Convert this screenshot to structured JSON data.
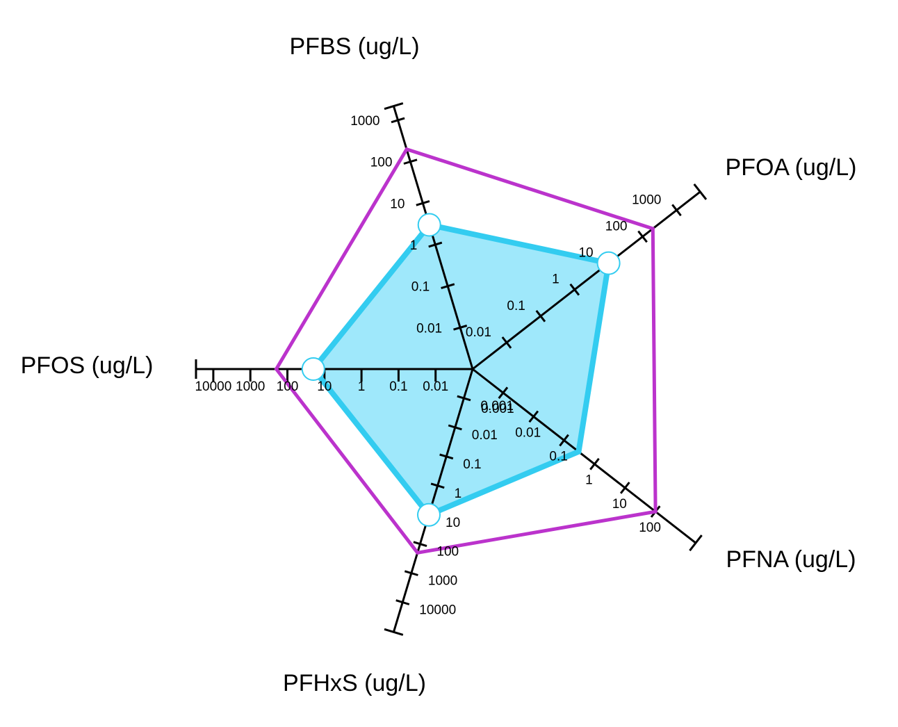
{
  "chart_data": {
    "type": "radar",
    "scale": "log10",
    "axes": [
      {
        "label": "PFBS (ug/L)",
        "ticks": [
          "0.01",
          "0.1",
          "1",
          "10",
          "100",
          "1000"
        ]
      },
      {
        "label": "PFOA (ug/L)",
        "ticks": [
          "0.01",
          "0.1",
          "1",
          "10",
          "100",
          "1000"
        ]
      },
      {
        "label": "PFNA (ug/L)",
        "ticks": [
          "0.001",
          "0.01",
          "0.1",
          "1",
          "10",
          "100"
        ]
      },
      {
        "label": "PFHxS (ug/L)",
        "ticks": [
          "0.001",
          "0.01",
          "0.1",
          "1",
          "10",
          "100",
          "1000",
          "10000"
        ]
      },
      {
        "label": "PFOS (ug/L)",
        "ticks": [
          "0.01",
          "0.1",
          "1",
          "10",
          "100",
          "1000",
          "10000"
        ]
      }
    ],
    "series": [
      {
        "values": [
          3,
          10,
          0.3,
          10,
          20
        ],
        "color": "#33ccf0",
        "fill": "#9fe8fb",
        "markers": [
          true,
          true,
          false,
          true,
          true
        ]
      },
      {
        "values": [
          200,
          200,
          100,
          200,
          200
        ],
        "color": "#bb33cc",
        "fill": "none",
        "markers": [
          false,
          false,
          false,
          false,
          false
        ]
      }
    ]
  }
}
